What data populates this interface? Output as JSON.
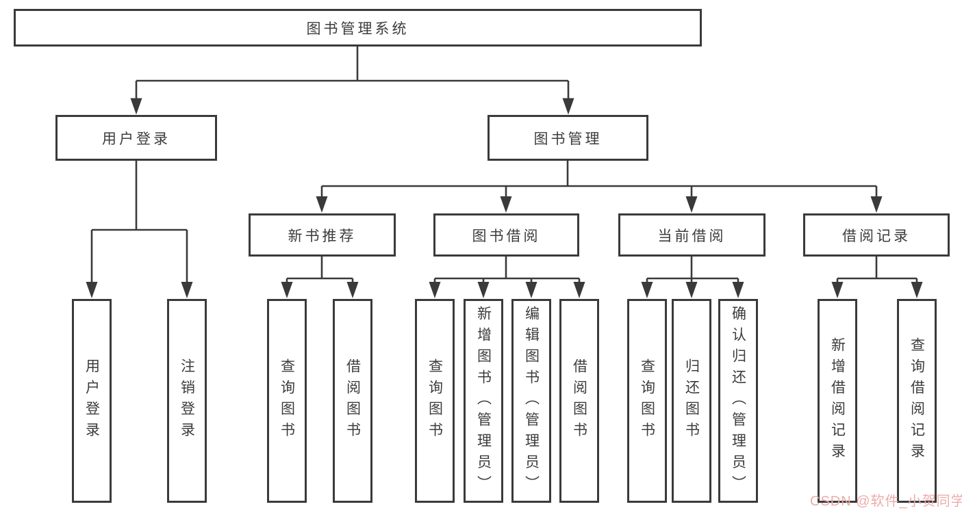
{
  "tree": {
    "root": {
      "label": "图书管理系统"
    },
    "children": [
      {
        "label": "用户登录",
        "children": [
          {
            "label": "用户登录"
          },
          {
            "label": "注销登录"
          }
        ]
      },
      {
        "label": "图书管理",
        "children": [
          {
            "label": "新书推荐",
            "children": [
              {
                "label": "查询图书"
              },
              {
                "label": "借阅图书"
              }
            ]
          },
          {
            "label": "图书借阅",
            "children": [
              {
                "label": "查询图书"
              },
              {
                "label": "新增图书（管理员）"
              },
              {
                "label": "编辑图书（管理员）"
              },
              {
                "label": "借阅图书"
              }
            ]
          },
          {
            "label": "当前借阅",
            "children": [
              {
                "label": "查询图书"
              },
              {
                "label": "归还图书"
              },
              {
                "label": "确认归还（管理员）"
              }
            ]
          },
          {
            "label": "借阅记录",
            "children": [
              {
                "label": "新增借阅记录"
              },
              {
                "label": "查询借阅记录"
              }
            ]
          }
        ]
      }
    ]
  },
  "watermark": {
    "text": "CSDN @软件_小贺同学"
  },
  "colors": {
    "line": "#3a3a3a",
    "text": "#3c3c3c",
    "background": "#ffffff",
    "watermark": "#edabab"
  }
}
